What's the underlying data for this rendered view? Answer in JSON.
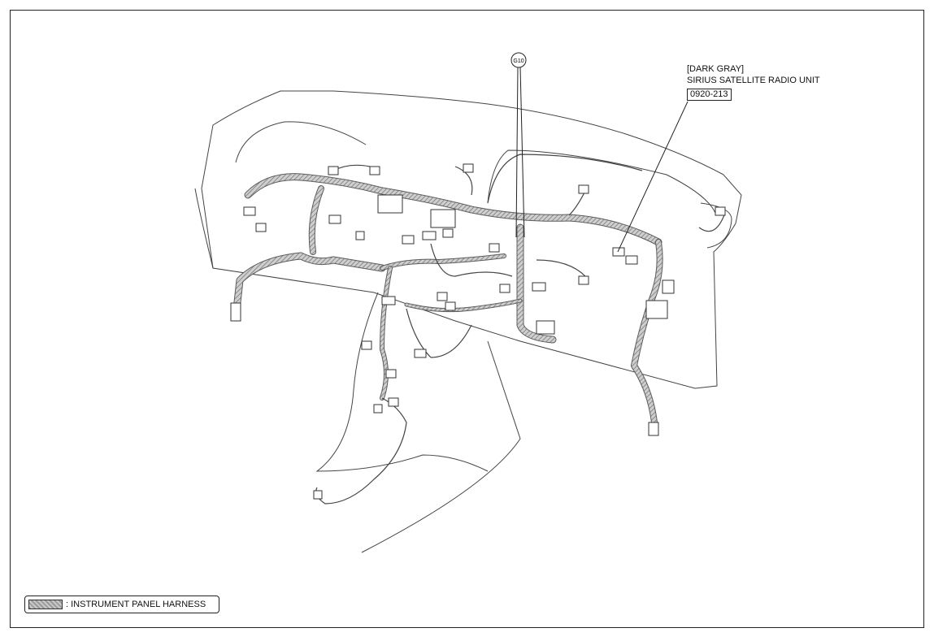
{
  "ground": {
    "label": "G10"
  },
  "component": {
    "color": "[DARK GRAY]",
    "name": "SIRIUS SATELLITE RADIO UNIT",
    "code": "0920-213"
  },
  "legend": {
    "label": ": INSTRUMENT PANEL HARNESS"
  },
  "colors": {
    "line": "#333333",
    "harness": "#8c8c8c",
    "harness_core": "#d0d0d0"
  },
  "icons": [
    "ground-point-icon",
    "legend-swatch-icon"
  ]
}
